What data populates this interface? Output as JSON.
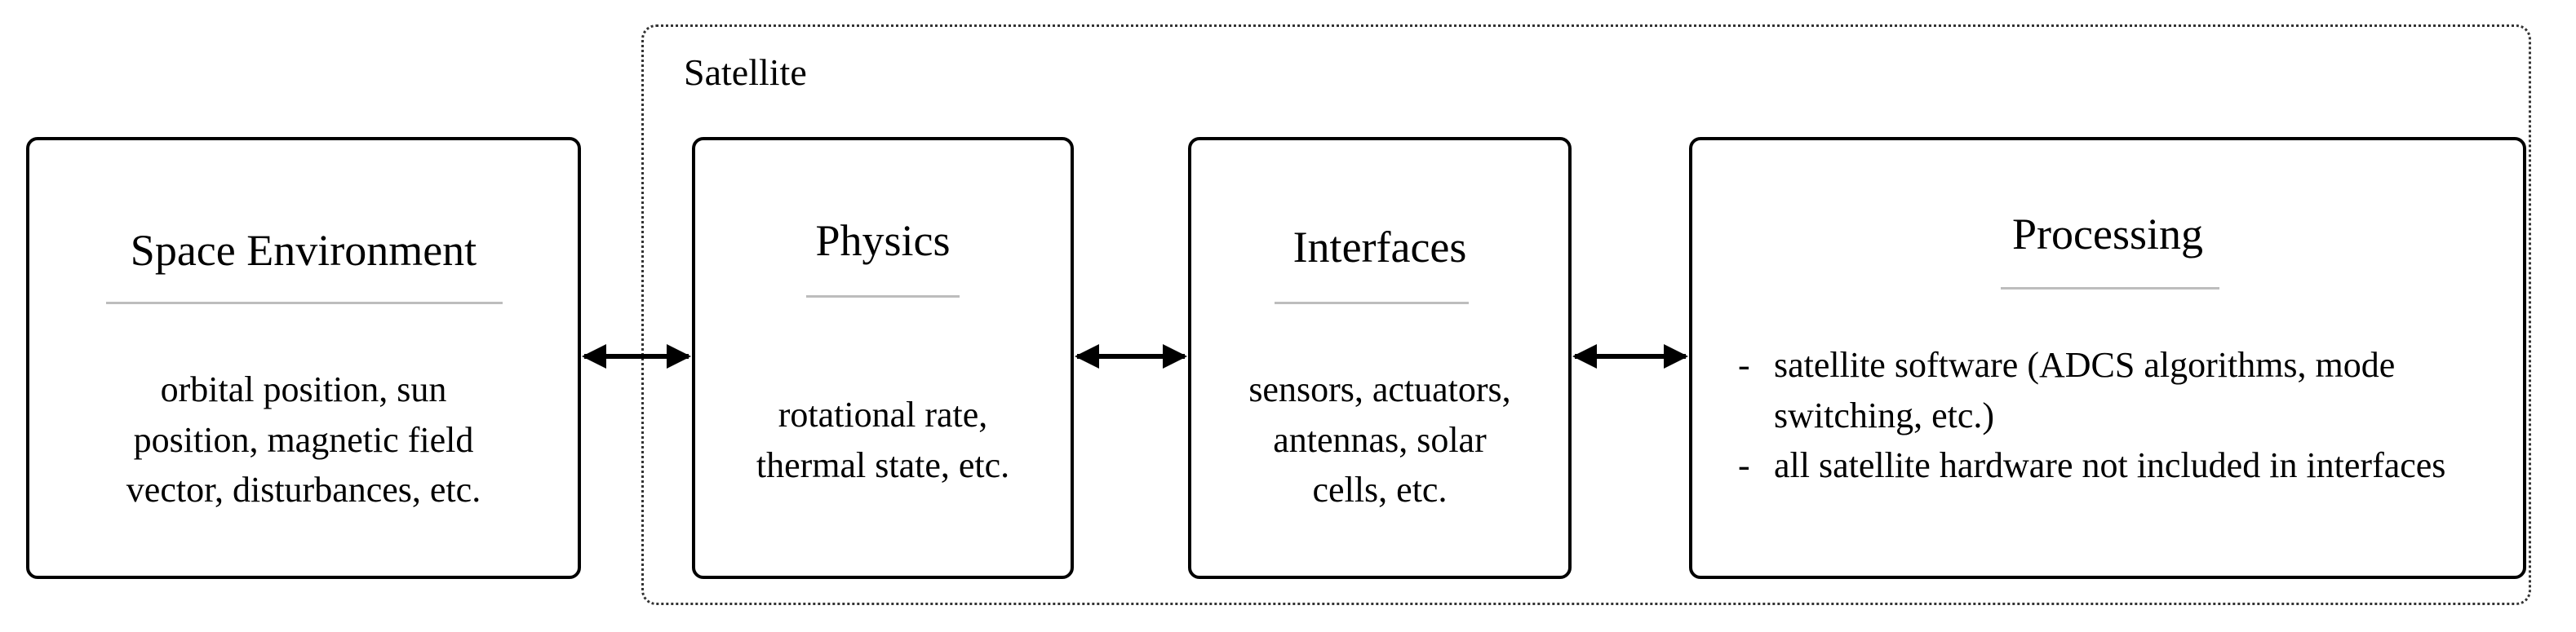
{
  "group": {
    "label": "Satellite"
  },
  "blocks": [
    {
      "id": "space-environment",
      "title": "Space Environment",
      "lines": [
        "orbital position, sun",
        "position, magnetic field",
        "vector, disturbances, etc."
      ]
    },
    {
      "id": "physics",
      "title": "Physics",
      "lines": [
        "rotational rate,",
        "thermal state, etc."
      ]
    },
    {
      "id": "interfaces",
      "title": "Interfaces",
      "lines": [
        "sensors, actuators,",
        "antennas, solar",
        "cells, etc."
      ]
    },
    {
      "id": "processing",
      "title": "Processing",
      "items": [
        "satellite software (ADCS algorithms, mode switching, etc.)",
        "all satellite hardware not included in interfaces"
      ]
    }
  ],
  "connections": [
    {
      "from": "space-environment",
      "to": "physics",
      "direction": "bidirectional"
    },
    {
      "from": "physics",
      "to": "interfaces",
      "direction": "bidirectional"
    },
    {
      "from": "interfaces",
      "to": "processing",
      "direction": "bidirectional"
    }
  ]
}
